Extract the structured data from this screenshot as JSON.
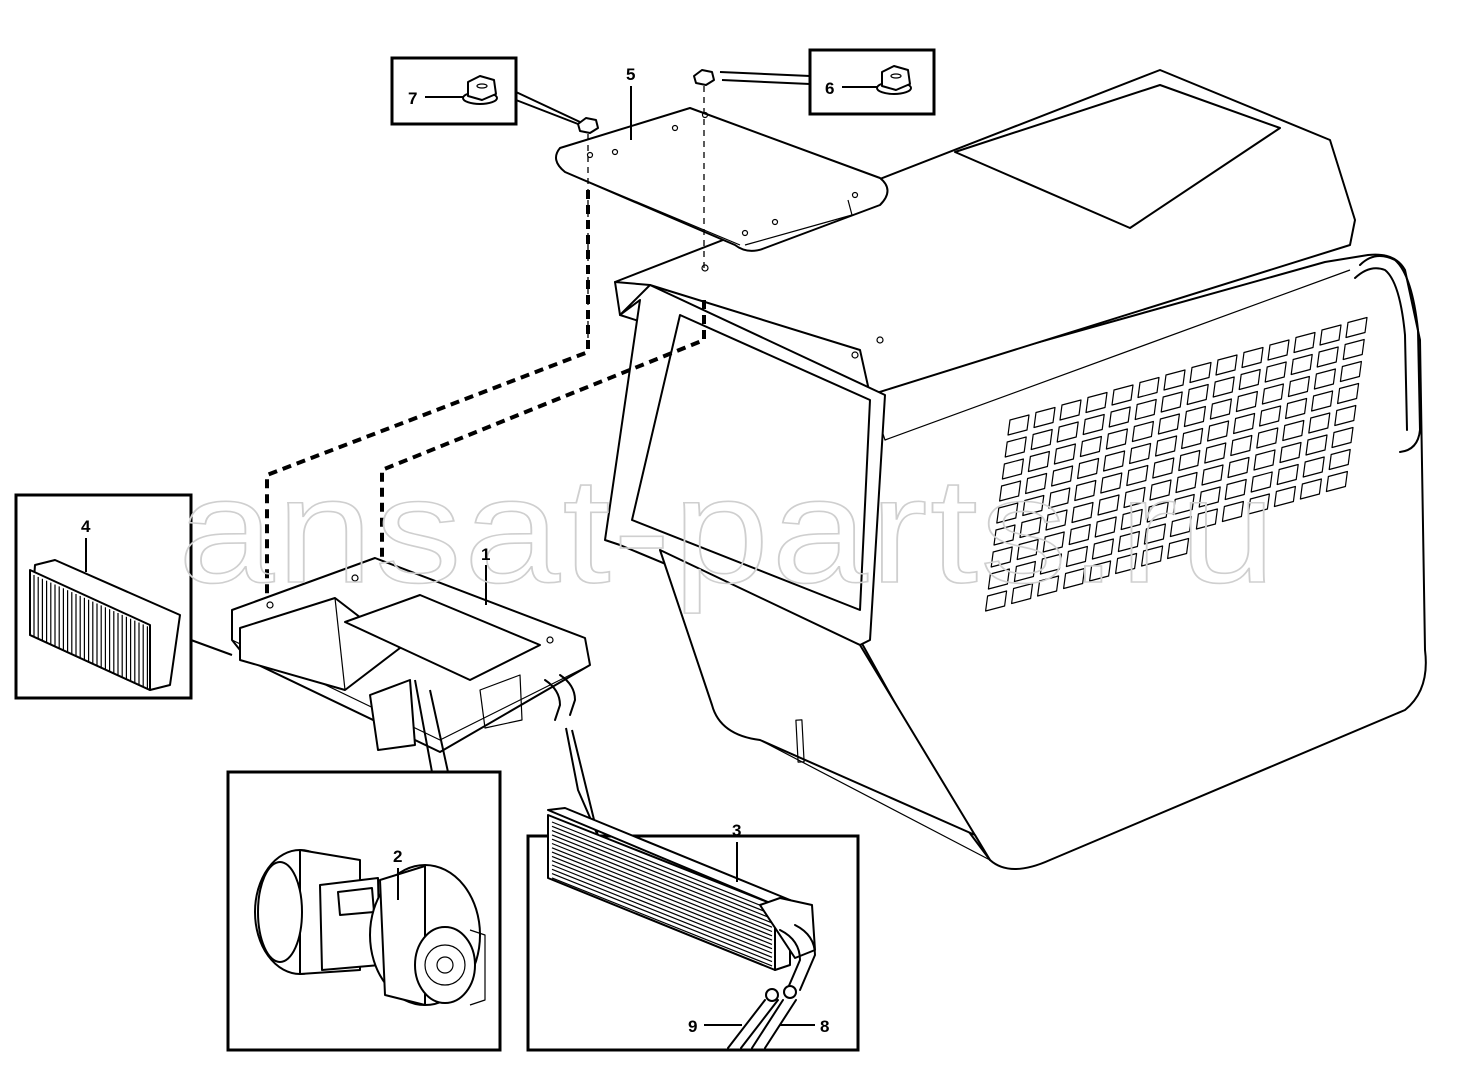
{
  "watermark": "ansat-parts.ru",
  "callouts": {
    "c1": "1",
    "c2": "2",
    "c3": "3",
    "c4": "4",
    "c5": "5",
    "c6": "6",
    "c7": "7",
    "c8": "8",
    "c9": "9"
  },
  "grille_cells": 120
}
